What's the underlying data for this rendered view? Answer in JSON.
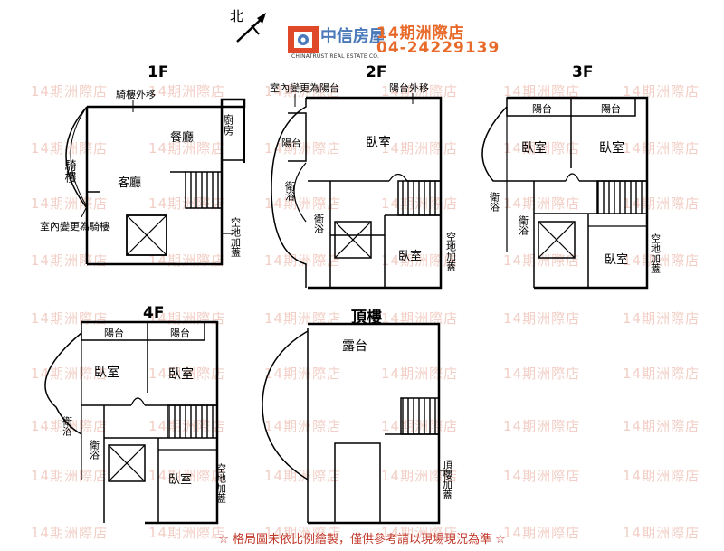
{
  "header": {
    "north_label": "北",
    "brand_name": "中信房屋",
    "brand_sub": "CHINATRUST REAL ESTATE CO.",
    "store_name": "14期洲際店",
    "phone": "04-24229139"
  },
  "watermark_text": "14期洲際店",
  "floors": {
    "f1": {
      "title": "1F",
      "labels": {
        "arcade_out": "騎樓外移",
        "arcade": "騎樓",
        "dining": "餐廳",
        "kitchen": "廚房",
        "living": "客廳",
        "indoor_to_arcade": "室內變更為騎樓",
        "vacant_addition": "空地加蓋"
      }
    },
    "f2": {
      "title": "2F",
      "labels": {
        "indoor_to_balcony": "室內變更為陽台",
        "balcony_out": "陽台外移",
        "balcony": "陽台",
        "bedroom_top": "臥室",
        "bath_left": "衛浴",
        "bath_mid": "衛浴",
        "bedroom_bottom": "臥室",
        "vacant_addition": "空地加蓋"
      }
    },
    "f3": {
      "title": "3F",
      "labels": {
        "balcony_left": "陽台",
        "balcony_right": "陽台",
        "bedroom_left": "臥室",
        "bedroom_right": "臥室",
        "bath_left": "衛浴",
        "bath_mid": "衛浴",
        "bedroom_bottom": "臥室",
        "vacant_addition": "空地加蓋"
      }
    },
    "f4": {
      "title": "4F",
      "labels": {
        "balcony_left": "陽台",
        "balcony_right": "陽台",
        "bedroom_left": "臥室",
        "bedroom_right": "臥室",
        "bath_left": "衛浴",
        "bath_mid": "衛浴",
        "bedroom_bottom": "臥室",
        "vacant_addition": "空地加蓋"
      }
    },
    "roof": {
      "title": "頂樓",
      "labels": {
        "terrace": "露台",
        "roof_addition": "頂樓加蓋"
      }
    }
  },
  "footer": {
    "disclaimer": "☆ 格局圖未依比例繪製，僅供參考請以現場現況為準 ☆"
  }
}
